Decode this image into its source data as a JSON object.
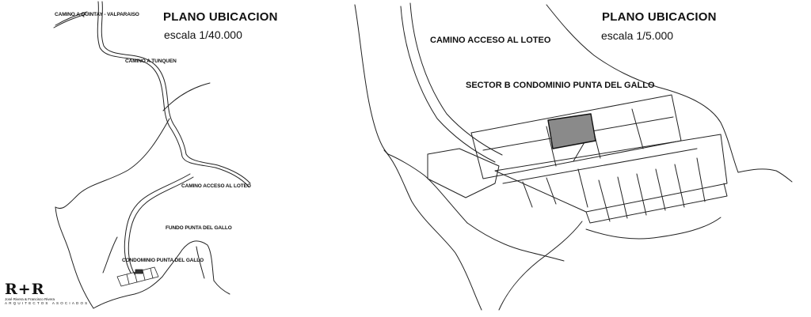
{
  "left_map": {
    "title": "PLANO UBICACION",
    "scale": "escala 1/40.000",
    "labels": {
      "road_quintay": "CAMINO A QUINTAY - VALPARAISO",
      "road_tunquen": "CAMINO A TUNQUEN",
      "road_access": "CAMINO ACCESO AL LOTEO",
      "fundo": "FUNDO PUNTA DEL GALLO",
      "condominio": "CONDOMINIO PUNTA DEL GALLO"
    }
  },
  "right_map": {
    "title": "PLANO UBICACION",
    "scale": "escala 1/5.000",
    "labels": {
      "road_access": "CAMINO ACCESO AL LOTEO",
      "sector": "SECTOR B CONDOMINIO PUNTA DEL GALLO"
    },
    "highlight_color": "#8a8a8a"
  },
  "logo": {
    "mark": "R+R",
    "names": "José Rivera & Francisco Rivera",
    "firm": "ARQUITECTOS ASOCIADOS"
  }
}
